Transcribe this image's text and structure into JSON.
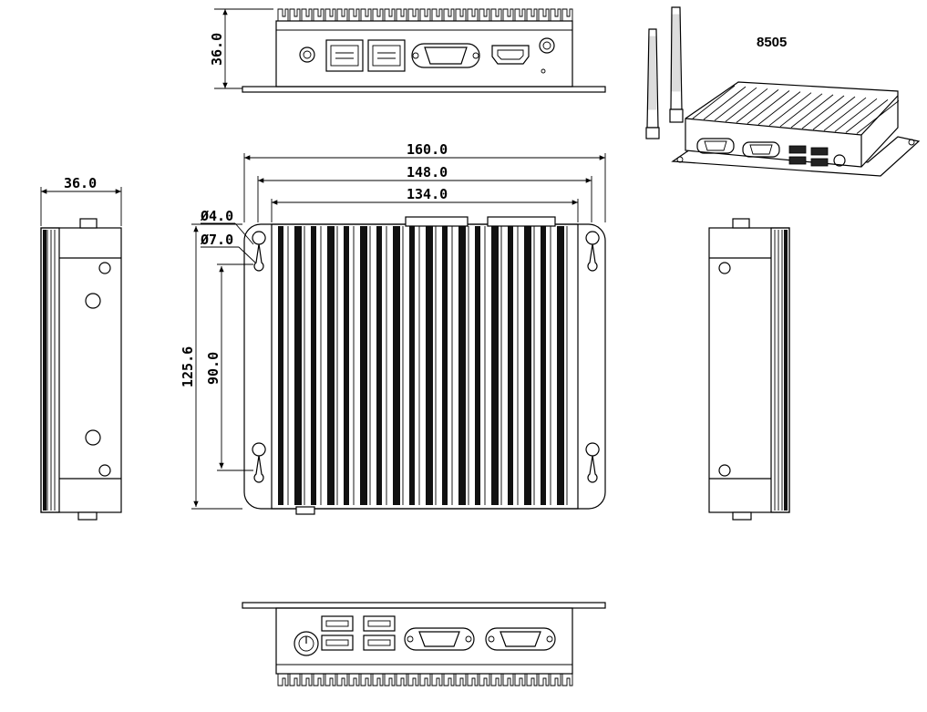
{
  "model_label": "8505",
  "dimensions": {
    "top_height": "36.0",
    "side_width": "36.0",
    "overall_width": "160.0",
    "mount_width": "148.0",
    "body_width": "134.0",
    "slot_small": "Ø4.0",
    "slot_large": "Ø7.0",
    "overall_depth": "125.6",
    "mount_pitch": "90.0"
  },
  "colors": {
    "line": "#000000",
    "screw": "#3a9aa8",
    "background": "#ffffff"
  },
  "icons": [
    "power-icon",
    "antenna-icon",
    "rj45-port-icon",
    "vga-port-icon",
    "hdmi-port-icon",
    "usb-port-icon",
    "db9-port-icon"
  ]
}
